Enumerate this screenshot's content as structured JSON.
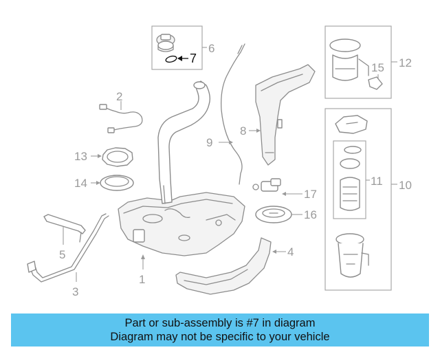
{
  "callouts": {
    "c1": "1",
    "c2": "2",
    "c3": "3",
    "c4": "4",
    "c5": "5",
    "c6": "6",
    "c7": "7",
    "c8": "8",
    "c9": "9",
    "c10": "10",
    "c11": "11",
    "c12": "12",
    "c13": "13",
    "c14": "14",
    "c15": "15",
    "c16": "16",
    "c17": "17"
  },
  "highlight_part": "7",
  "banner": {
    "line1": "Part or sub-assembly is #7 in diagram",
    "line2": "Diagram may not be specific to your vehicle"
  },
  "colors": {
    "banner": "#5bc4ef",
    "linework": "#8c8c8c",
    "highlight": "#111111"
  }
}
